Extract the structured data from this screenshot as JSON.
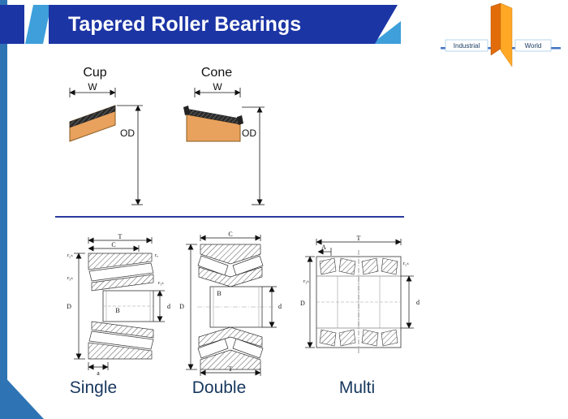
{
  "slide": {
    "title": "Tapered Roller Bearings"
  },
  "logo": {
    "left_text": "Industrial",
    "right_text": "World"
  },
  "figures": {
    "cup": {
      "label": "Cup",
      "dim_w": "W",
      "dim_od": "OD"
    },
    "cone": {
      "label": "Cone",
      "dim_w": "W",
      "dim_od": "OD"
    }
  },
  "bearings": {
    "single": {
      "caption": "Single",
      "dims": {
        "T": "T",
        "C": "C",
        "B": "B",
        "D": "D",
        "d": "d",
        "a": "a",
        "r_top_left": "r₂ₛ",
        "r_top_right": "rₐ",
        "r_mid_left": "r₃ₛ",
        "r_mid_right": "r₁ₛ"
      }
    },
    "double": {
      "caption": "Double",
      "dims": {
        "C": "C",
        "B": "B",
        "D": "D",
        "d": "d",
        "T": "T"
      }
    },
    "multi": {
      "caption": "Multi",
      "dims": {
        "T": "T",
        "A": "A",
        "D": "D",
        "d": "d",
        "r_left": "r₁ₛ",
        "r_right": "r₂ₛ"
      }
    }
  },
  "colors": {
    "header_blue": "#1C35A5",
    "accent_light_blue": "#3E9FDB",
    "side_blue": "#2E74B5",
    "caption_navy": "#17375E",
    "bearing_tan": "#E8A25E",
    "roller_dark": "#2B2B2B",
    "logo_orange_dark": "#E36C0A",
    "logo_orange_light": "#FFA826",
    "logo_line_blue": "#4472C4"
  }
}
